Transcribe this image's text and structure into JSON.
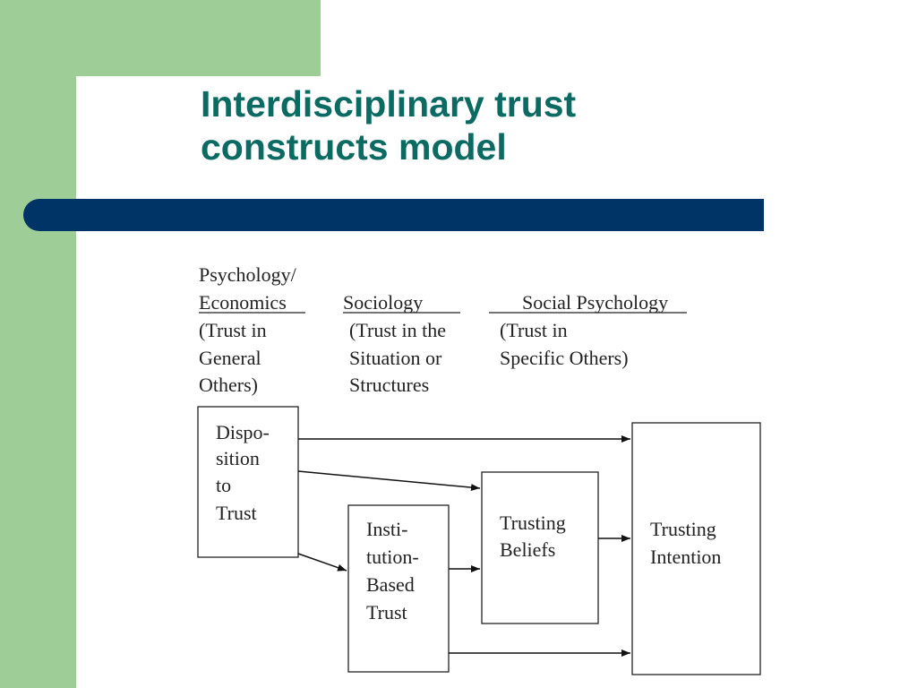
{
  "slide": {
    "title_line1": "Interdisciplinary trust",
    "title_line2": "constructs model"
  },
  "headers": {
    "psychology": {
      "heading_line1": "Psychology/",
      "heading_line2": "Economics",
      "desc": [
        "(Trust in",
        "General",
        "Others)"
      ]
    },
    "sociology": {
      "heading": "Sociology",
      "desc": [
        "(Trust in the",
        "Situation or",
        "Structures"
      ]
    },
    "social_psychology": {
      "heading": "Social Psychology",
      "desc": [
        "(Trust in",
        "Specific Others)"
      ]
    }
  },
  "boxes": {
    "disposition": [
      "Dispo-",
      "sition",
      "to",
      "Trust"
    ],
    "institution": [
      "Insti-",
      "tution-",
      "Based",
      "Trust"
    ],
    "beliefs": [
      "Trusting",
      "Beliefs"
    ],
    "intention": [
      "Trusting",
      "Intention"
    ]
  },
  "colors": {
    "green": "#9fcd97",
    "navy": "#003466",
    "title": "#0b6b63"
  }
}
